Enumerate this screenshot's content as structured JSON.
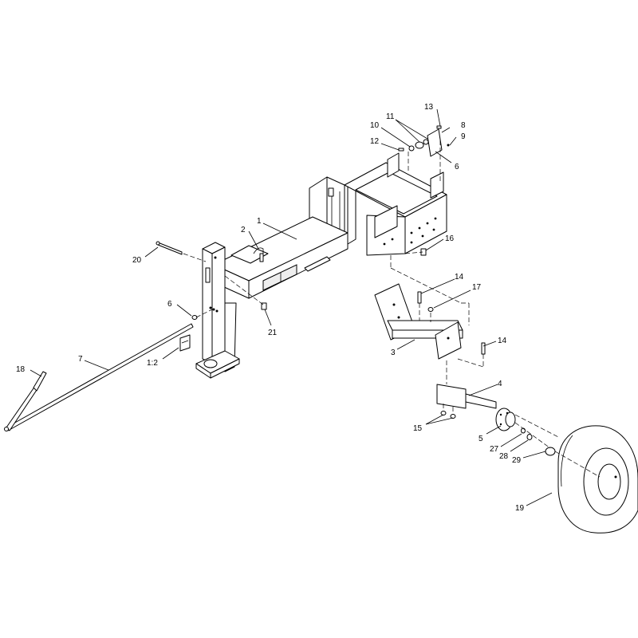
{
  "callouts": [
    {
      "id": "c1",
      "label": "1"
    },
    {
      "id": "c2",
      "label": "2"
    },
    {
      "id": "c3",
      "label": "3"
    },
    {
      "id": "c4",
      "label": "4"
    },
    {
      "id": "c5",
      "label": "5"
    },
    {
      "id": "c6a",
      "label": "6"
    },
    {
      "id": "c6b",
      "label": "6"
    },
    {
      "id": "c7",
      "label": "7"
    },
    {
      "id": "c8",
      "label": "8"
    },
    {
      "id": "c9",
      "label": "9"
    },
    {
      "id": "c10",
      "label": "10"
    },
    {
      "id": "c11",
      "label": "11"
    },
    {
      "id": "c12",
      "label": "12"
    },
    {
      "id": "c13",
      "label": "13"
    },
    {
      "id": "c14a",
      "label": "14"
    },
    {
      "id": "c14b",
      "label": "14"
    },
    {
      "id": "c15",
      "label": "15"
    },
    {
      "id": "c16",
      "label": "16"
    },
    {
      "id": "c17",
      "label": "17"
    },
    {
      "id": "c18",
      "label": "18"
    },
    {
      "id": "c19",
      "label": "19"
    },
    {
      "id": "c20",
      "label": "20"
    },
    {
      "id": "c21",
      "label": "21"
    },
    {
      "id": "c27",
      "label": "27"
    },
    {
      "id": "c28",
      "label": "28"
    },
    {
      "id": "c29",
      "label": "29"
    },
    {
      "id": "c12b",
      "label": "1:2"
    }
  ]
}
